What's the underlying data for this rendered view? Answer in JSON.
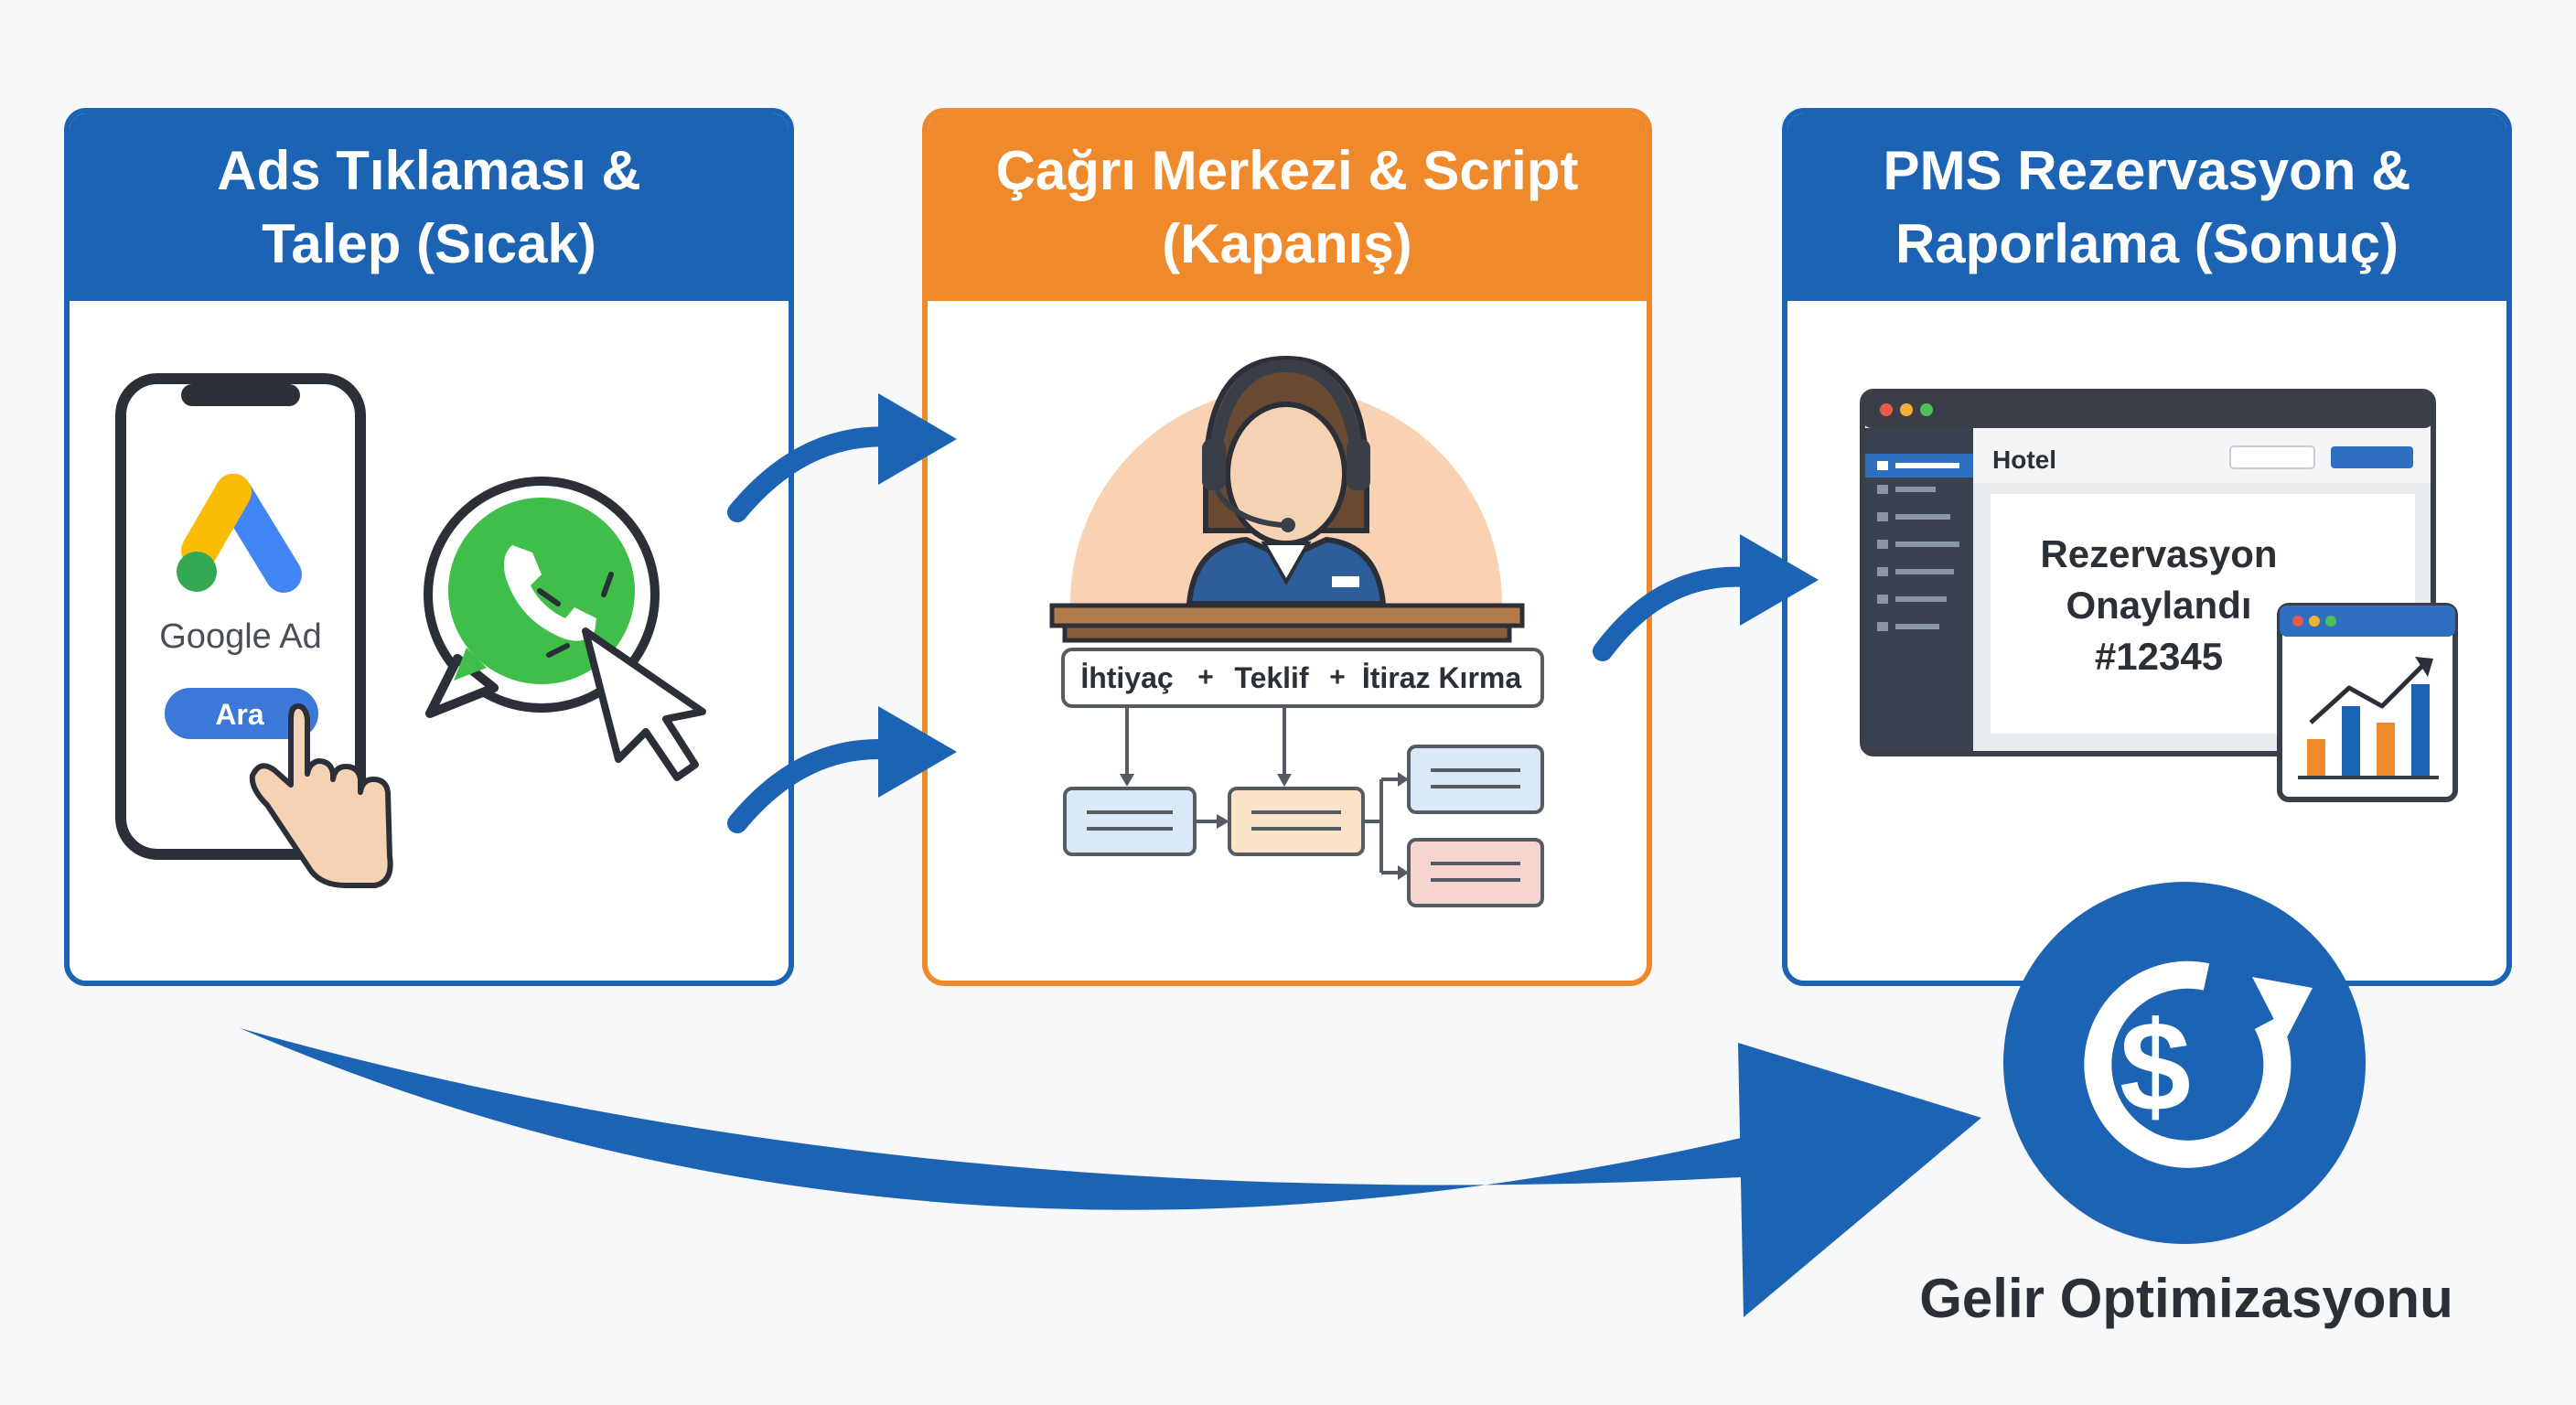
{
  "panels": [
    {
      "title": "Ads Tıklaması &\nTalep (Sıcak)"
    },
    {
      "title": "Çağrı Merkezi & Script\n(Kapanış)"
    },
    {
      "title": "PMS Rezervasyon &\nRaporlama (Sonuç)"
    }
  ],
  "phone": {
    "brand": "Google Ad",
    "button": "Ara"
  },
  "script": {
    "steps": [
      "İhtiyaç",
      "Teklif",
      "İtiraz Kırma"
    ],
    "separator": "+"
  },
  "pms": {
    "hotel": "Hotel",
    "status_line1": "Rezervasyon",
    "status_line2": "Onaylandı",
    "booking_id": "#12345"
  },
  "outcome": {
    "label": "Gelir Optimizasyonu",
    "symbol": "$"
  },
  "colors": {
    "blue": "#1c63b4",
    "orange": "#ef8a2c",
    "whatsapp_green": "#3fbf4a"
  },
  "icons": [
    "smartphone-icon",
    "google-ads-icon",
    "hand-pointer-icon",
    "whatsapp-icon",
    "cursor-icon",
    "agent-headset-icon",
    "flowchart-icon",
    "browser-window-icon",
    "bar-chart-icon",
    "revenue-dollar-icon"
  ]
}
